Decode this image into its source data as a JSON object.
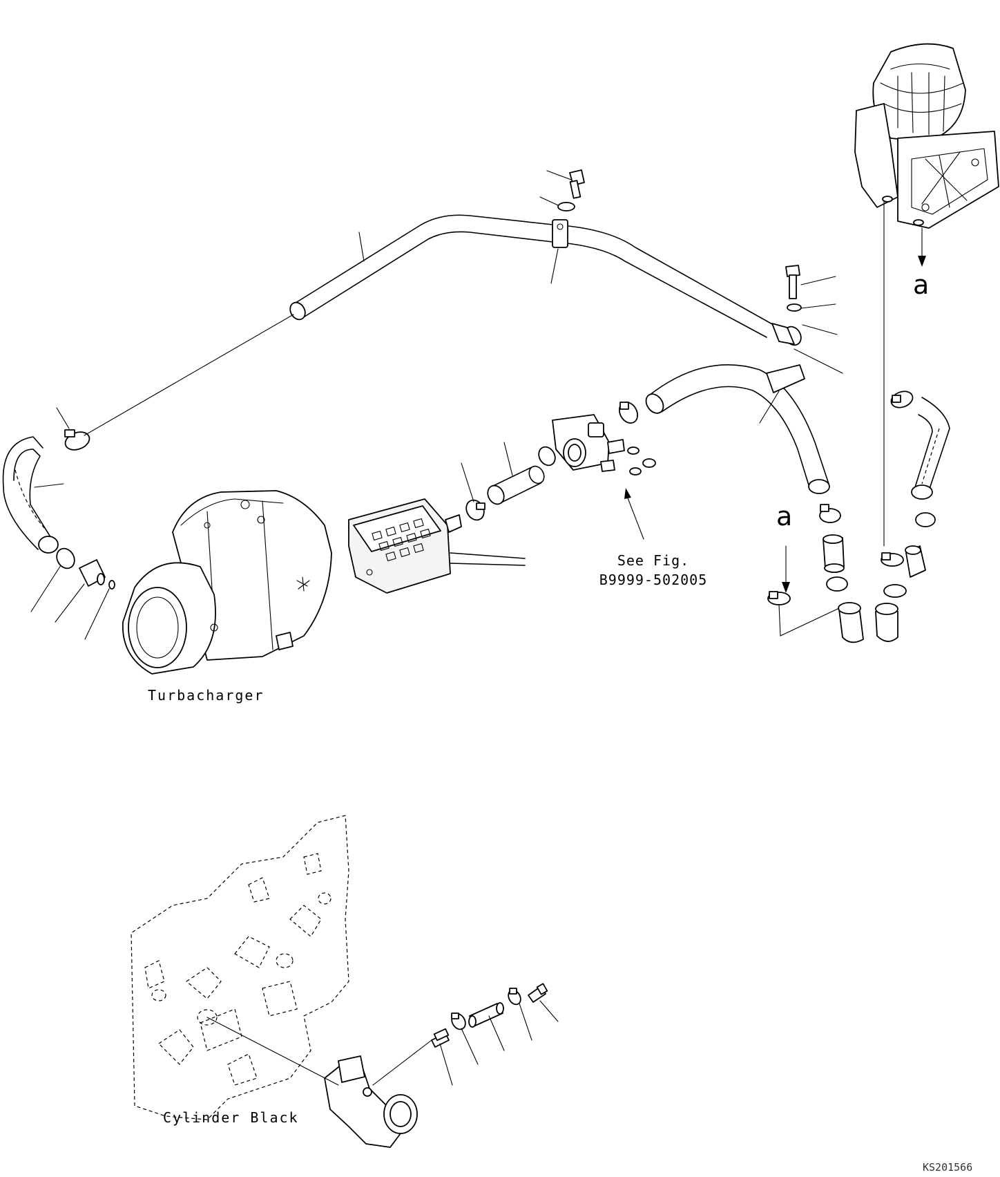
{
  "labels": {
    "turbocharger": "Turbacharger",
    "cylinder_block": "Cylinder Black",
    "see_fig_line1": "See Fig.",
    "see_fig_line2": "B9999-502005",
    "view_a_top": "a",
    "view_a_bottom": "a",
    "drawing_code": "KS201566"
  }
}
